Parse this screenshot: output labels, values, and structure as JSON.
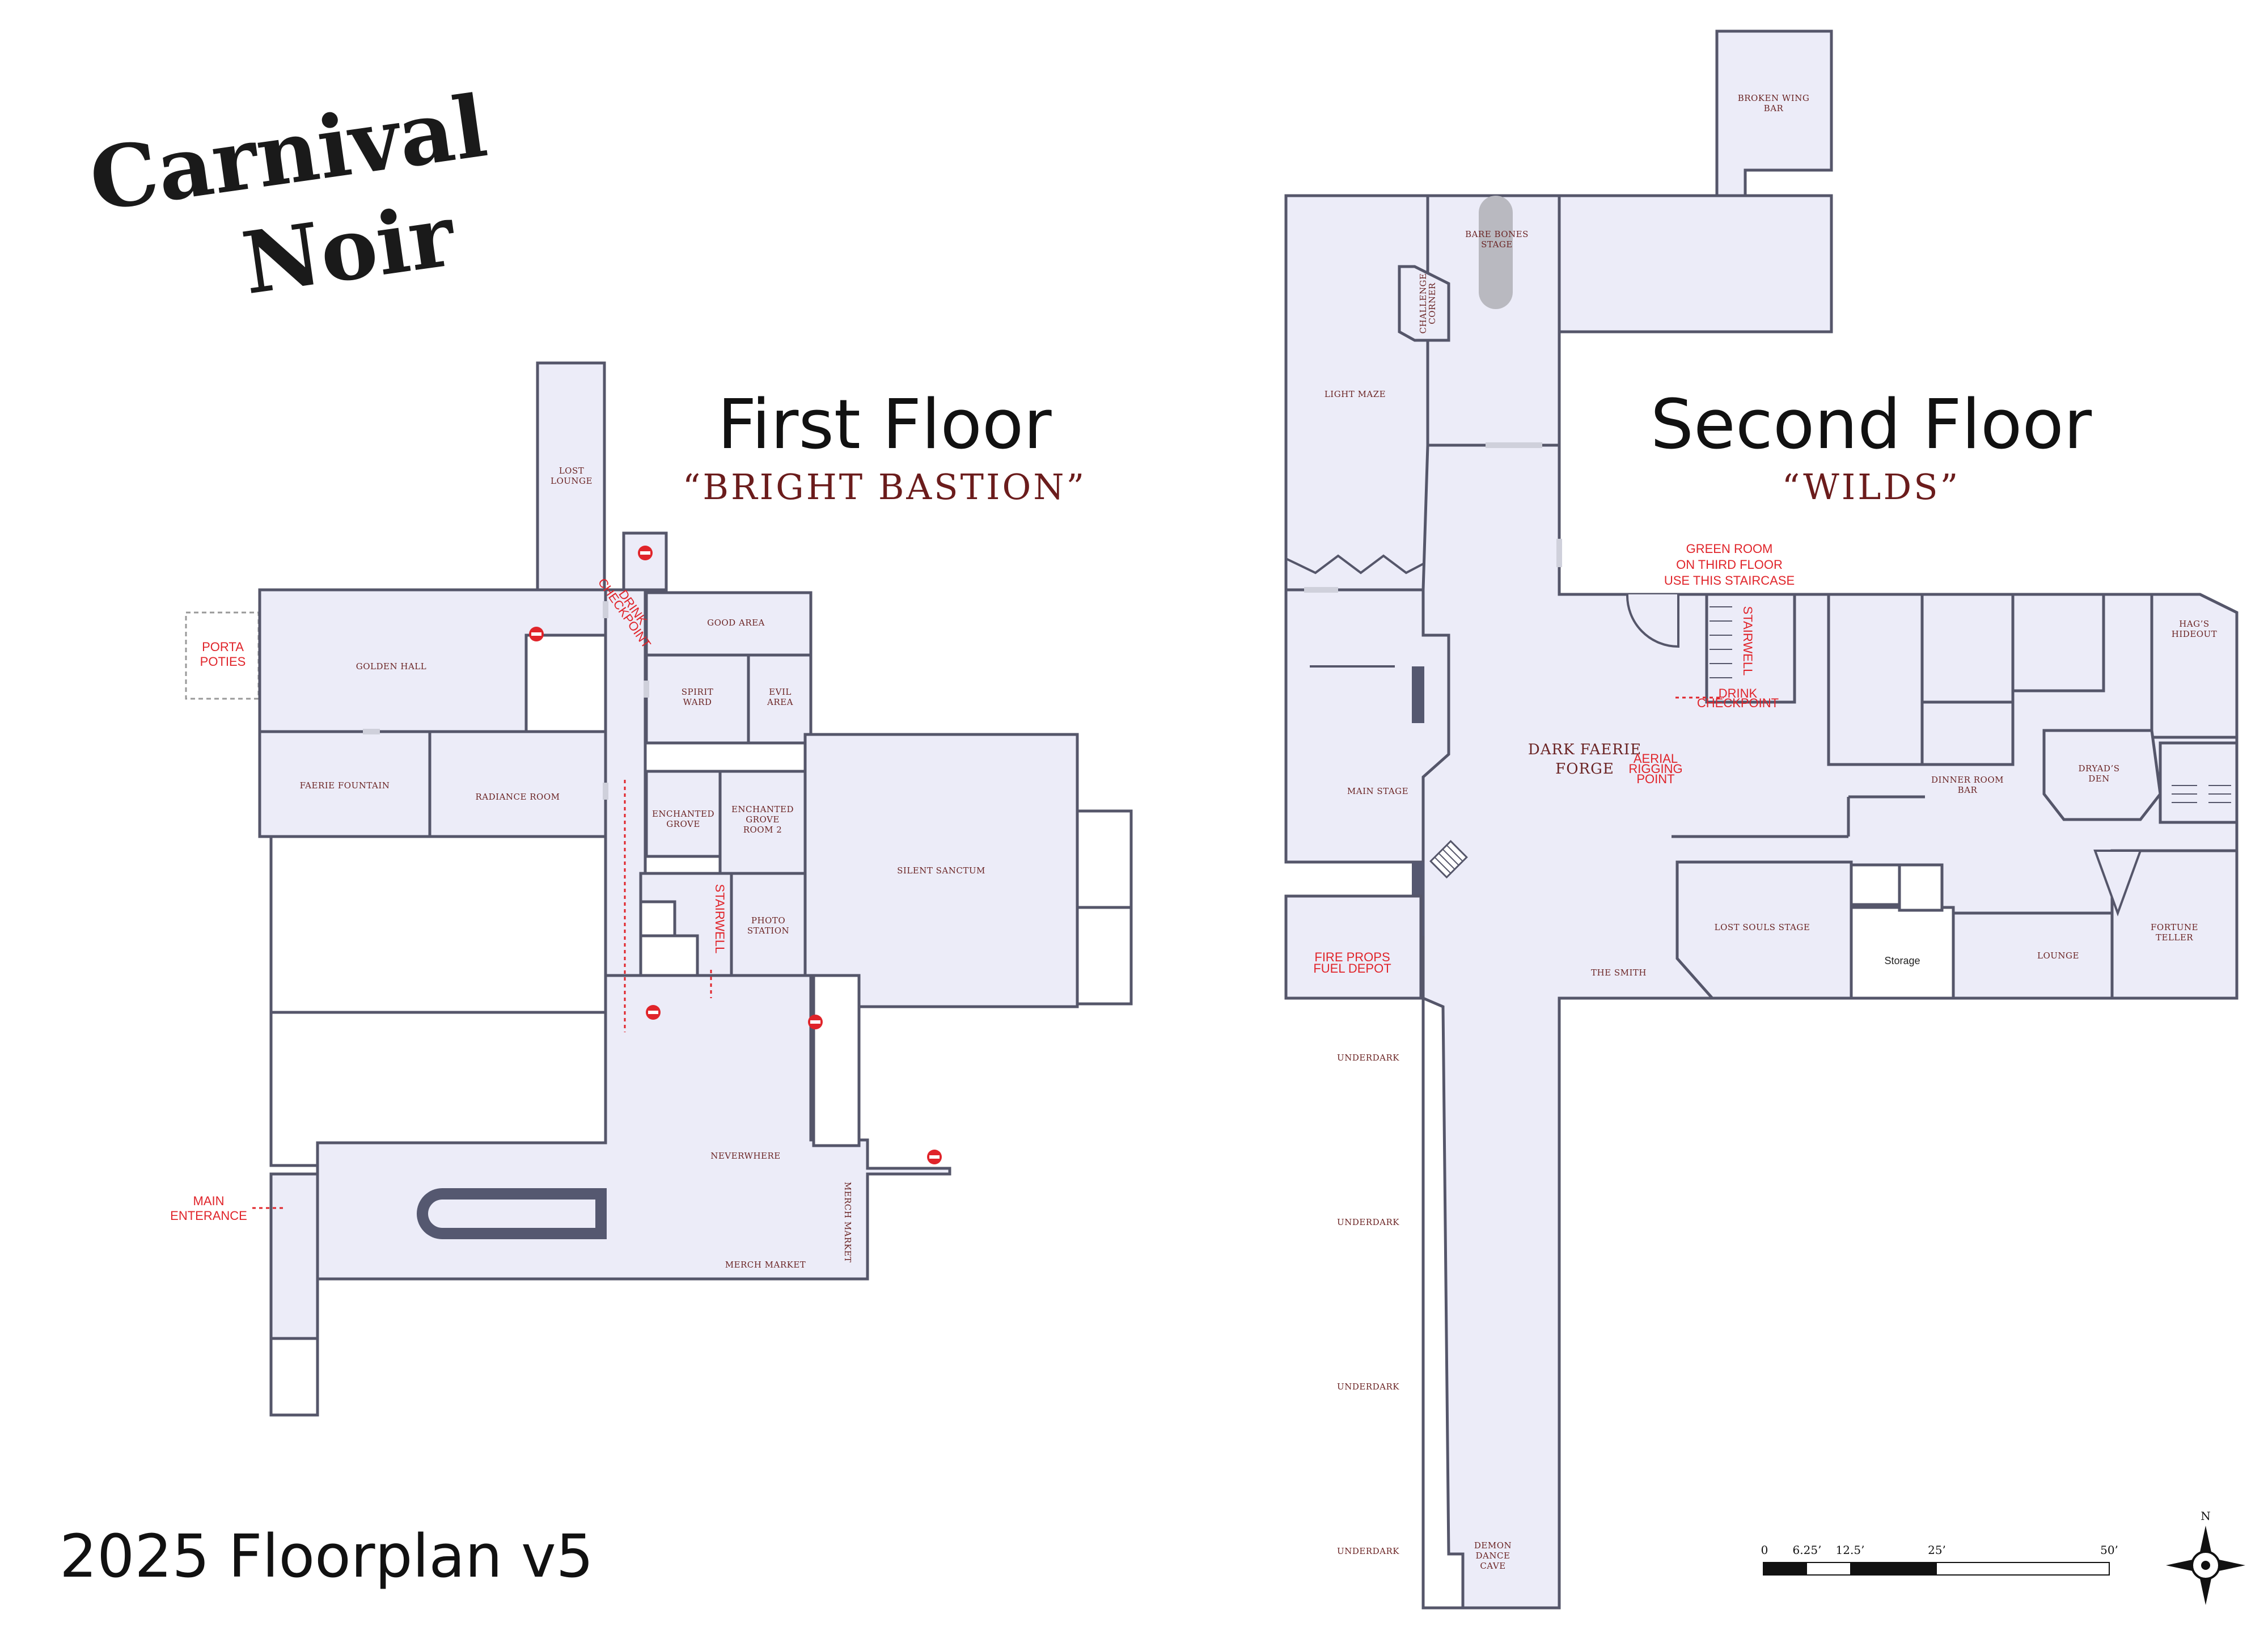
{
  "logo": {
    "line1": "Carnival",
    "line2": "Noir"
  },
  "footer": {
    "title": "2025 Floorplan v5"
  },
  "first_floor": {
    "title": "First Floor",
    "subtitle": "“BRIGHT BASTION”",
    "rooms": {
      "lost_lounge": [
        "LOST",
        "LOUNGE"
      ],
      "golden_hall": "GOLDEN HALL",
      "good_area": "GOOD AREA",
      "spirit_ward": [
        "SPIRIT",
        "WARD"
      ],
      "evil_area": [
        "EVIL",
        "AREA"
      ],
      "faerie_fountain": "FAERIE FOUNTAIN",
      "radiance_room": "RADIANCE ROOM",
      "enchanted_grove": [
        "ENCHANTED",
        "GROVE"
      ],
      "enchanted_grove_2": [
        "ENCHANTED",
        "GROVE",
        "ROOM 2"
      ],
      "silent_sanctum": "SILENT SANCTUM",
      "photo_station": [
        "PHOTO",
        "STATION"
      ],
      "neverwhere": "NEVERWHERE",
      "merch_market_h": "MERCH MARKET",
      "merch_market_v": "MERCH MARKET"
    },
    "labels": {
      "porta_poties": [
        "PORTA",
        "POTIES"
      ],
      "drink_checkpoint": [
        "DRINK",
        "CHECKPOINT"
      ],
      "stairwell": "STAIRWELL",
      "main_entrance": [
        "MAIN",
        "ENTERANCE"
      ]
    }
  },
  "second_floor": {
    "title": "Second Floor",
    "subtitle": "“WILDS”",
    "rooms": {
      "broken_wing_bar": [
        "BROKEN WING",
        "BAR"
      ],
      "bare_bones_stage": [
        "BARE BONES",
        "STAGE"
      ],
      "challenge_corner": [
        "CHALLENGE",
        "CORNER"
      ],
      "light_maze": "LIGHT MAZE",
      "main_stage": "MAIN STAGE",
      "dark_faerie_forge": [
        "DARK FAERIE",
        "FORGE"
      ],
      "hags_hideout": [
        "HAG’S",
        "HIDEOUT"
      ],
      "dinner_room_bar": [
        "DINNER ROOM",
        "BAR"
      ],
      "dryads_den": [
        "DRYAD’S",
        "DEN"
      ],
      "lost_souls_stage": "LOST SOULS STAGE",
      "storage": "Storage",
      "lounge": "LOUNGE",
      "fortune_teller": [
        "FORTUNE",
        "TELLER"
      ],
      "the_smith": "THE SMITH",
      "demon_dance_cave": [
        "DEMON",
        "DANCE",
        "CAVE"
      ],
      "underdark": "UNDERDARK"
    },
    "labels": {
      "green_room": [
        "GREEN ROOM",
        "ON THIRD FLOOR",
        "USE THIS STAIRCASE"
      ],
      "stairwell": "STAIRWELL",
      "drink_checkpoint": [
        "DRINK",
        "CHECKPOINT"
      ],
      "aerial_rigging": [
        "AERIAL",
        "RIGGING",
        "POINT"
      ],
      "fire_props": [
        "FIRE PROPS",
        "FUEL DEPOT"
      ]
    }
  },
  "scale_bar": {
    "ticks": [
      "0",
      "6.25’",
      "12.5’",
      "25’",
      "50’"
    ]
  },
  "compass": {
    "north": "N"
  },
  "colors": {
    "room_fill": "#ececf8",
    "wall": "#55566a",
    "accent_red": "#e0242a",
    "label_maroon": "#6b2424"
  }
}
